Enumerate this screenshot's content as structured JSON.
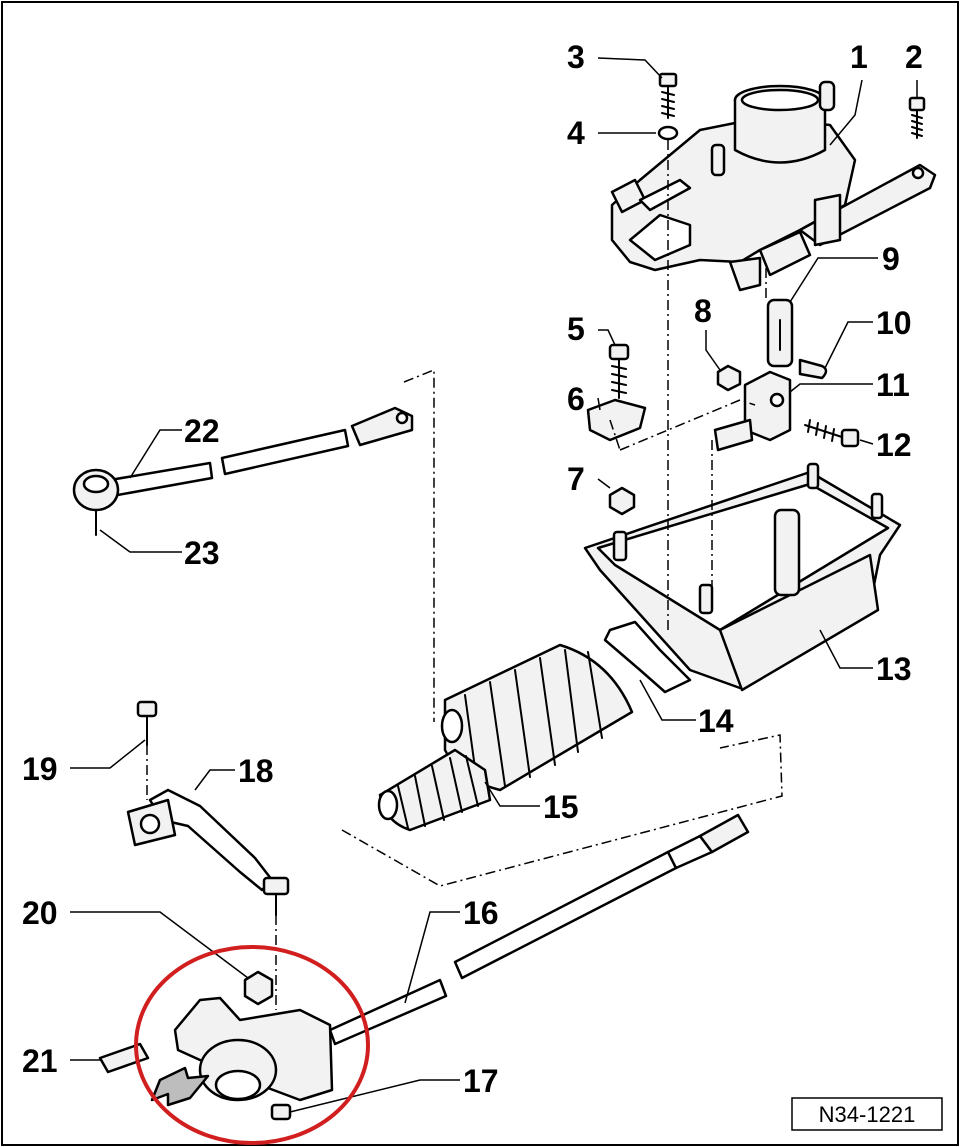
{
  "diagram": {
    "reference_code": "N34-1221",
    "callouts": [
      "1",
      "2",
      "3",
      "4",
      "5",
      "6",
      "7",
      "8",
      "9",
      "10",
      "11",
      "12",
      "13",
      "14",
      "15",
      "16",
      "17",
      "18",
      "19",
      "20",
      "21",
      "22",
      "23"
    ],
    "highlight_color": "#d11f1f"
  }
}
